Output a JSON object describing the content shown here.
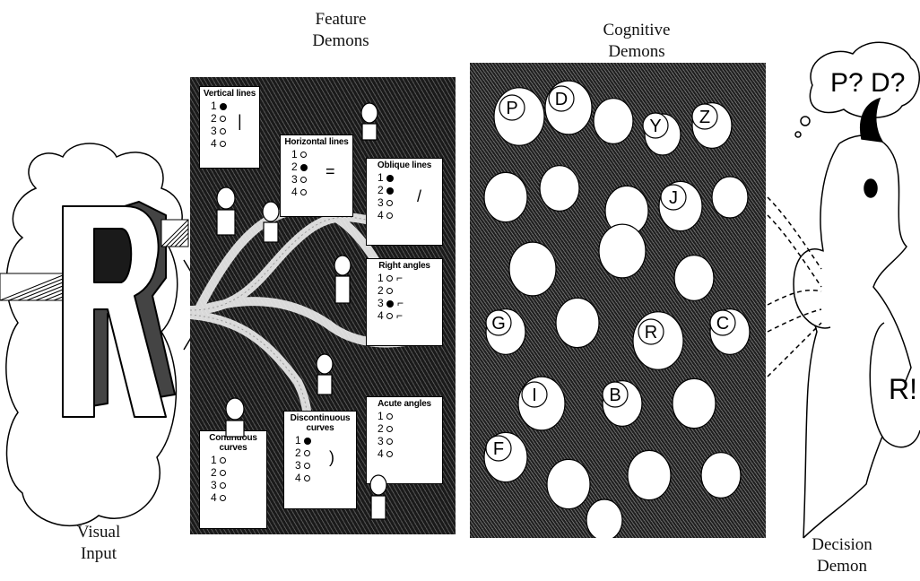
{
  "captions": {
    "feature": [
      "Feature",
      "Demons"
    ],
    "cognitive": [
      "Cognitive",
      "Demons"
    ],
    "visual_input": [
      "Visual",
      "Input"
    ],
    "decision": [
      "Decision",
      "Demon"
    ]
  },
  "visual_input_letter": "R",
  "feature_cards": [
    {
      "id": "vertical",
      "title": "Vertical lines",
      "rows": [
        "1",
        "2",
        "3",
        "4"
      ],
      "active": [
        1
      ],
      "glyph": "|"
    },
    {
      "id": "horizontal",
      "title": "Horizontal lines",
      "rows": [
        "1",
        "2",
        "3",
        "4"
      ],
      "active": [
        2
      ],
      "glyph": "="
    },
    {
      "id": "oblique",
      "title": "Oblique lines",
      "rows": [
        "1",
        "2",
        "3",
        "4"
      ],
      "active": [
        1
      ],
      "glyph": "/"
    },
    {
      "id": "right",
      "title": "Right angles",
      "rows": [
        "1",
        "2",
        "3",
        "4"
      ],
      "active": [
        3
      ],
      "glyph": "⌐"
    },
    {
      "id": "acute",
      "title": "Acute angles",
      "rows": [
        "1",
        "2",
        "3",
        "4"
      ],
      "active": [],
      "glyph": ""
    },
    {
      "id": "discontinuous",
      "title": "Discontinuous curves",
      "rows": [
        "1",
        "2",
        "3",
        "4"
      ],
      "active": [
        1
      ],
      "glyph": ")"
    },
    {
      "id": "continuous",
      "title": "Continuous curves",
      "rows": [
        "1",
        "2",
        "3",
        "4"
      ],
      "active": [],
      "glyph": ""
    }
  ],
  "cognitive_letters": [
    "P",
    "D",
    "J",
    "G",
    "I",
    "F",
    "R",
    "B",
    "C",
    "Y",
    "Z"
  ],
  "decision_thought": "P? D?",
  "decision_speech": "R!"
}
